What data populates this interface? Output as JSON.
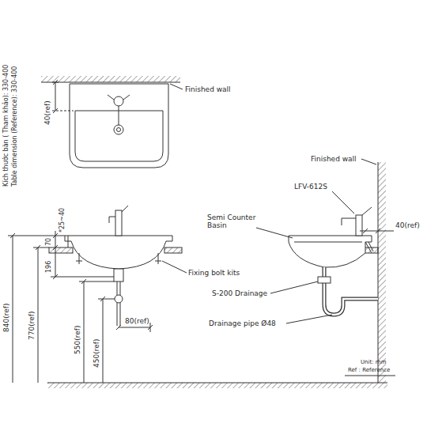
{
  "diagram": {
    "labels": [
      "Kích thước bàn ( Tham khảo): 330-400",
      "Table dimension (Reference): 330-400",
      "Finished wall",
      "40(ref)",
      "70",
      "*25~40",
      "196",
      "840(ref)",
      "770(ref)",
      "550(ref)",
      "450(ref)",
      "80(ref)",
      "Fixing bolt kits",
      "Finished wall",
      "LFV-612S",
      "Semi Counter Basin",
      "40(ref)",
      "S-200 Drainage",
      "Drainage pipe Ø48",
      "Unit: mm",
      "Ref : Reference"
    ]
  }
}
